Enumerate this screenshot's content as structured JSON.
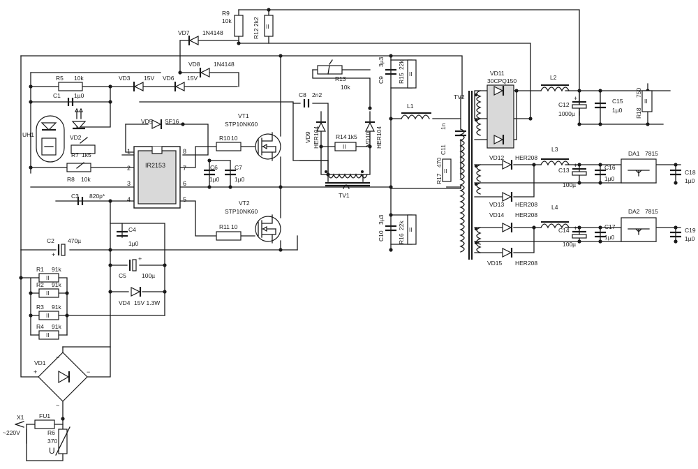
{
  "labels": {
    "R9": "R9",
    "R9v": "10k",
    "R12": "R12",
    "R12v": "2k2",
    "VD7": "VD7",
    "VD7v": "1N4148",
    "VD8": "VD8",
    "VD8v": "1N4148",
    "R5": "R5",
    "R5v": "10k",
    "VD3": "VD3",
    "VD3v": "15V",
    "VD6": "VD6",
    "VD6v": "15V",
    "C1": "C1",
    "C1v": "1µ0",
    "R13": "R13",
    "R13v": "10k",
    "C9": "C9",
    "C9v": "3µ3",
    "R15": "R15",
    "R15v": "22k",
    "C8": "C8",
    "C8v": "2n2",
    "L1": "L1",
    "TV2": "TV2",
    "VD11": "VD11",
    "VD11v": "30CPQ150",
    "L2": "L2",
    "C12": "C12",
    "C12v": "1000µ",
    "C15": "C15",
    "C15v": "1µ0",
    "R18": "R18",
    "R18v": "750",
    "UH1": "UH1",
    "VD2": "VD2",
    "VD5": "VD5",
    "VD5v": "SF16",
    "VT1": "VT1",
    "VT1v": "STP10NK60",
    "VD9": "VD9",
    "VD9v": "HER104",
    "R14": "R14",
    "R14v": "1k5",
    "VD10": "VD10",
    "VD10v": "HER104",
    "C11": "C11",
    "C11v": "1n",
    "R7": "R7",
    "R7v": "1k5",
    "R8": "R8",
    "R8v": "10k",
    "IC": "IR2153",
    "R10": "R10",
    "R10v": "10",
    "C6": "C6",
    "C6v": "1µ0",
    "C7": "C7",
    "C7v": "1µ0",
    "R17": "R17",
    "R17v": "470",
    "VD12": "VD12",
    "VD12v": "HER208",
    "L3": "L3",
    "DA1": "DA1",
    "DA1v": "7815",
    "C13": "C13",
    "C13v": "100µ",
    "C16": "C16",
    "C16v": "1µ0",
    "C18": "C18",
    "C18v": "1µ0",
    "TV1": "TV1",
    "VD13": "VD13",
    "VD13v": "HER208",
    "C3": "C3",
    "C3v": "820p*",
    "VT2": "VT2",
    "VT2v": "STP10NK60",
    "L4": "L4",
    "VD14": "VD14",
    "VD14v": "HER208",
    "DA2": "DA2",
    "DA2v": "7815",
    "C10": "C10",
    "C10v": "3µ3",
    "R16": "R16",
    "R16v": "22k",
    "R11": "R11",
    "R11v": "10",
    "C4": "C4",
    "C4v": "1µ0",
    "C14": "C14",
    "C14v": "100µ",
    "C17": "C17",
    "C17v": "1µ0",
    "C19": "C19",
    "C19v": "1µ0",
    "C2": "C2",
    "C2v": "470µ",
    "VD15": "VD15",
    "VD15v": "HER208",
    "C5": "C5",
    "C5v": "100µ",
    "R1": "R1",
    "R1v": "91k",
    "R2": "R2",
    "R2v": "91k",
    "VD4": "VD4",
    "VD4v": "15V  1.3W",
    "R3": "R3",
    "R3v": "91k",
    "R4": "R4",
    "R4v": "91k",
    "VD1": "VD1",
    "X1": "X1",
    "FU1": "FU1",
    "mains": "~220V",
    "R6": "R6",
    "R6v": "370",
    "U": "U"
  },
  "pins": [
    "1",
    "2",
    "3",
    "4",
    "5",
    "6",
    "7",
    "8"
  ],
  "symbols": {
    "plus": "+",
    "minus": "−",
    "ac": "~",
    "res": "II"
  }
}
